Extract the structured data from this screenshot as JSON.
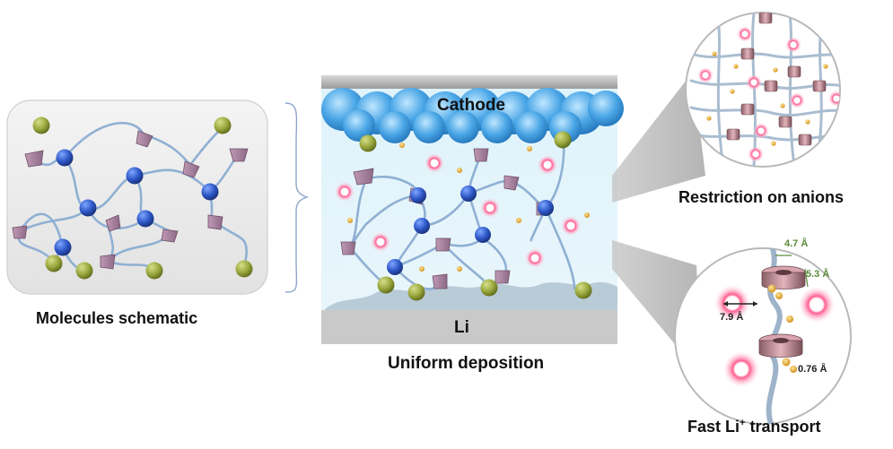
{
  "labels": {
    "molecules": "Molecules schematic",
    "cathode": "Cathode",
    "anode": "Li",
    "uniform": "Uniform deposition",
    "restriction": "Restriction on anions",
    "fast_prefix": "Fast Li",
    "fast_sup": "+",
    "fast_suffix": " transport"
  },
  "dimensions": {
    "top": "4.7 Å",
    "side": "5.3 Å",
    "gap": "7.9 Å",
    "ion": "0.76 Å"
  },
  "colors": {
    "chain": "#8fb0d3",
    "node_blue": "#2e58c8",
    "end_green": "#9aa83e",
    "crown_pink": "#c99aa8",
    "cathode_ball": "#4aa6e6",
    "anion_pink": "#ff5d8f",
    "li_ion": "#e0a020",
    "dim_green": "#5a8c3a"
  }
}
